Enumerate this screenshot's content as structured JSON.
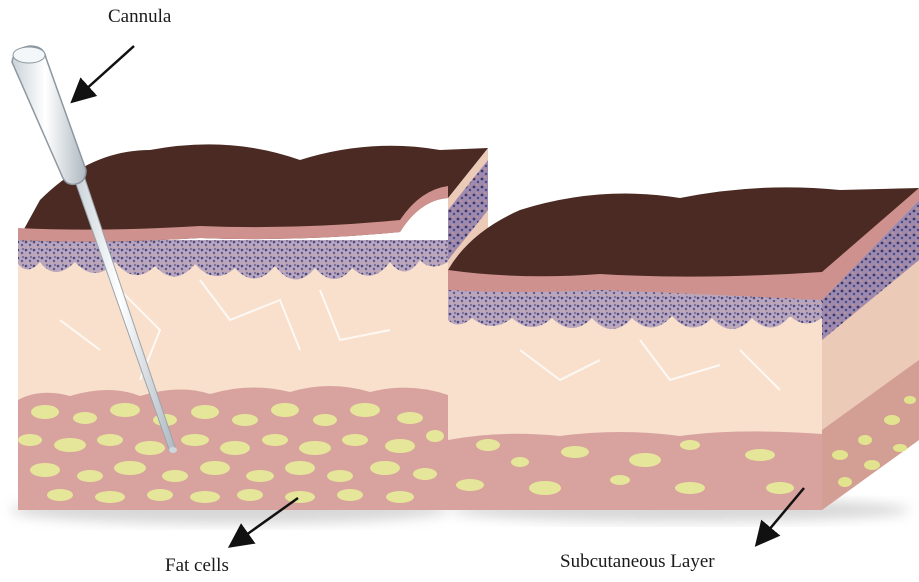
{
  "labels": {
    "cannula": "Cannula",
    "fat_cells": "Fat cells",
    "subcutaneous": "Subcutaneous Layer"
  },
  "colors": {
    "epidermis": "#4a2a22",
    "skin_edge": "#c98a88",
    "dermis_dots": "#5a5a8a",
    "fat_tissue": "#f6dcc8",
    "subcutaneous": "#d7a19c",
    "fat_cell": "#e8e89a",
    "cannula": "#e9eef2"
  }
}
